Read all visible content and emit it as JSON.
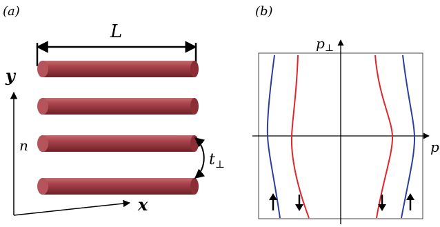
{
  "panel_a": {
    "label": "(a)",
    "length_label": "L",
    "y_axis_label": "y",
    "x_axis_label": "x",
    "n_label": "n",
    "hopping_label": "t",
    "hopping_subscript": "⊥",
    "wire_count": 4,
    "wire_color": "#9b3a42"
  },
  "panel_b": {
    "label": "(b)",
    "p_perp_label": "p",
    "p_perp_subscript": "⊥",
    "p_label": "p",
    "blue_color": "#2b3f9a",
    "red_color": "#e0262a",
    "spin_arrows": [
      "up",
      "down",
      "down",
      "up"
    ]
  }
}
